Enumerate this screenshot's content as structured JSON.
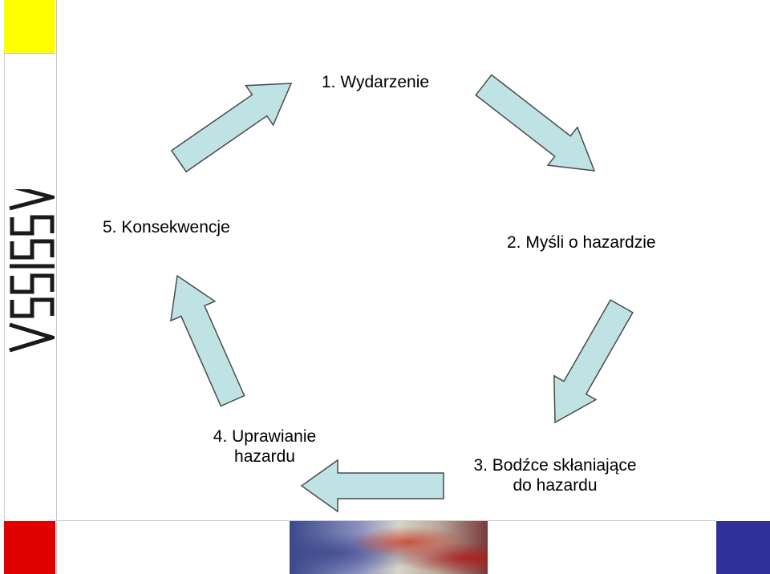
{
  "diagram": {
    "steps": [
      {
        "label": "1. Wydarzenie"
      },
      {
        "label": "2. Myśli o hazardzie"
      },
      {
        "label_line1": "3. Bodźce skłaniające",
        "label_line2": "do hazardu"
      },
      {
        "label_line1": "4. Uprawianie",
        "label_line2": "hazardu"
      },
      {
        "label": "5. Konsekwencje"
      }
    ],
    "arrow_fill": "#bfe3e4",
    "arrow_stroke": "#4a4a4a"
  },
  "branding": {
    "logo_text": "VSSISSV",
    "colors": {
      "yellow": "#ffff00",
      "red": "#e00000",
      "blue": "#30309a"
    }
  }
}
